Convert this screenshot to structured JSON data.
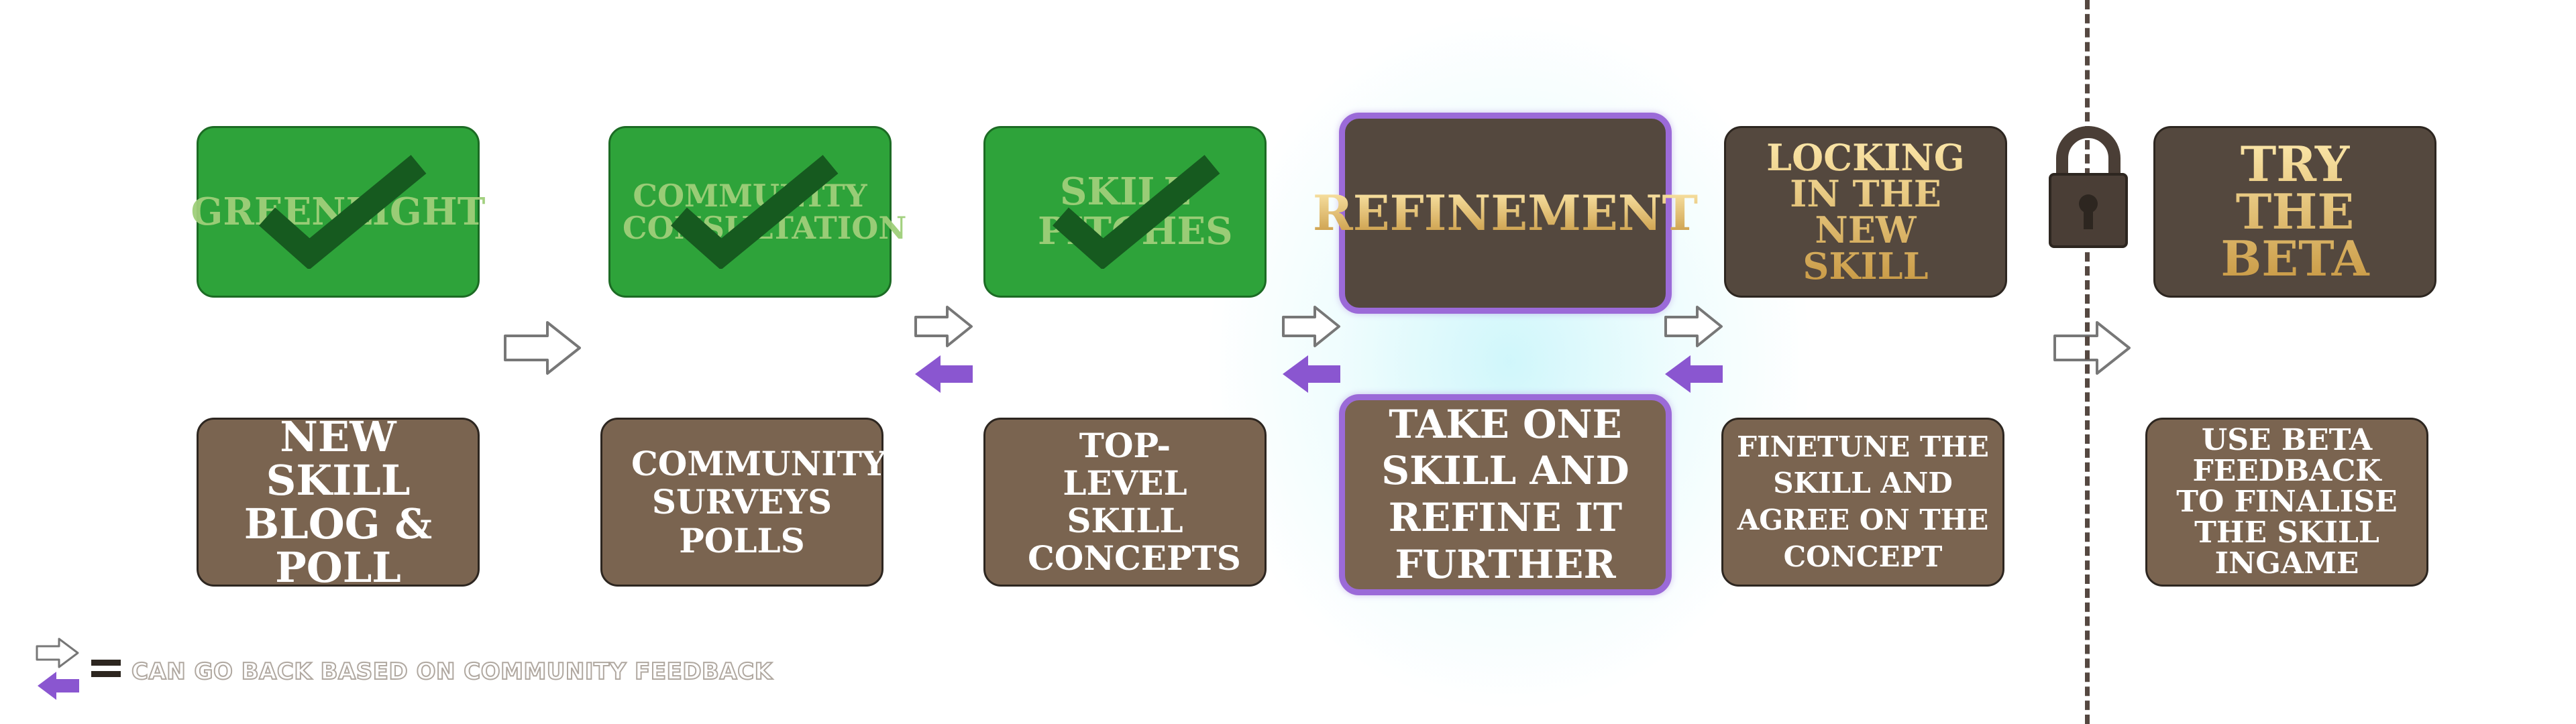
{
  "stages": [
    {
      "label": "GREENLIGHT",
      "status": "completed"
    },
    {
      "label": "COMMUNITY CONSULTATION",
      "status": "completed"
    },
    {
      "label": "SKILL PITCHES",
      "status": "completed"
    },
    {
      "label": "REFINEMENT",
      "status": "current"
    },
    {
      "label": "LOCKING IN THE NEW SKILL",
      "status": "upcoming"
    },
    {
      "label": "TRY THE BETA",
      "status": "locked"
    }
  ],
  "descriptions": [
    "NEW SKILL BLOG & POLL",
    "COMMUNITY SURVEYS POLLS",
    "TOP-LEVEL SKILL CONCEPTS",
    "TAKE ONE SKILL AND REFINE IT FURTHER",
    "FINETUNE THE SKILL AND AGREE ON THE CONCEPT",
    "USE BETA FEEDBACK TO FINALISE THE SKILL INGAME"
  ],
  "legend": {
    "text": "CAN GO BACK BASED ON COMMUNITY FEEDBACK"
  },
  "colors": {
    "completed": "#2ea33a",
    "checkmark": "#165a1f",
    "stage_dark": "#54483e",
    "description": "#7a6450",
    "active_border": "#9b6ad8",
    "back_arrow": "#8a56d0",
    "gold_text": "#e8c77a"
  },
  "icons": [
    "check-icon",
    "forward-arrow-icon",
    "back-arrow-icon",
    "padlock-icon"
  ]
}
